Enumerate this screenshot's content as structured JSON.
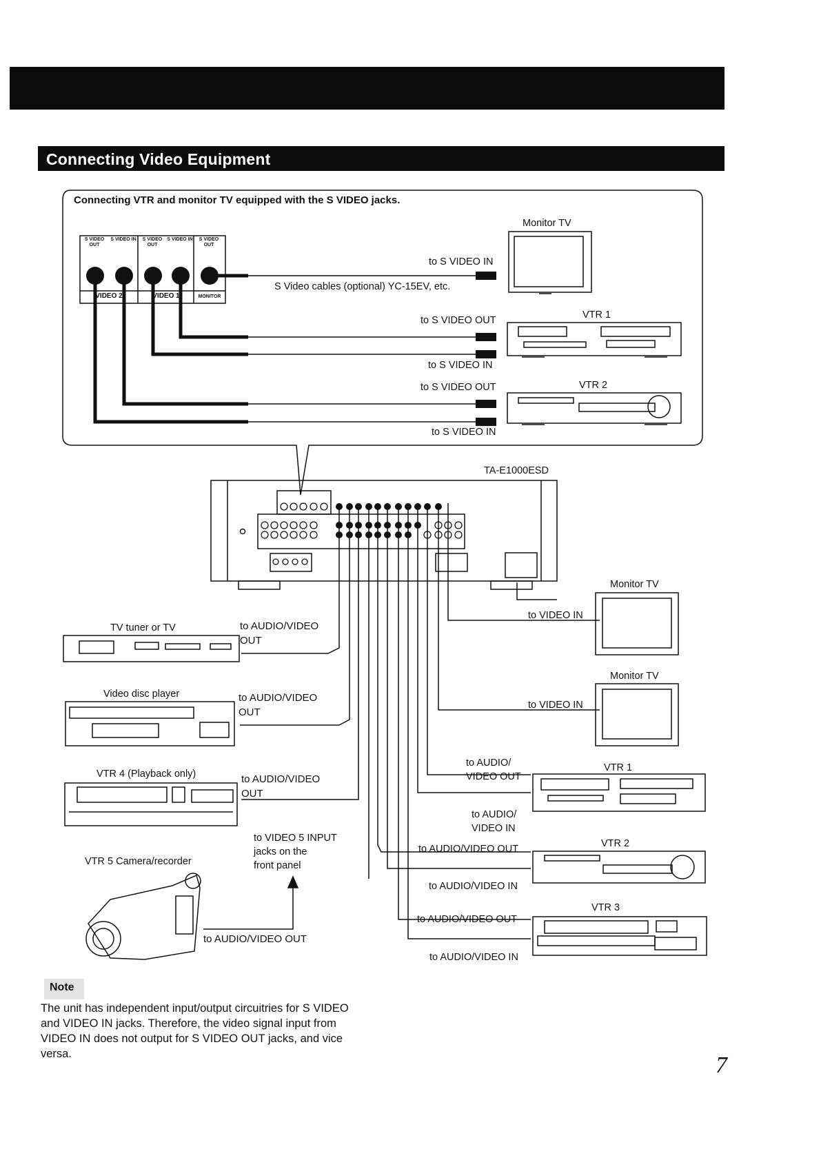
{
  "header": {
    "section_title": "Connecting Video Equipment"
  },
  "svideo_panel": {
    "caption": "Connecting VTR and monitor TV equipped with the S VIDEO jacks.",
    "jacks": [
      "S VIDEO OUT",
      "S VIDEO IN",
      "S VIDEO OUT",
      "S VIDEO IN",
      "S VIDEO OUT"
    ],
    "groups": [
      "VIDEO 2",
      "VIDEO 1",
      "MONITOR"
    ],
    "monitor_tv": "Monitor TV",
    "to_svideo_in_monitor": "to S VIDEO IN",
    "cables_note": "S Video cables (optional) YC-15EV, etc.",
    "vtr1": "VTR 1",
    "vtr1_out": "to S VIDEO OUT",
    "vtr1_in": "to S VIDEO IN",
    "vtr2": "VTR 2",
    "vtr2_out": "to S VIDEO OUT",
    "vtr2_in": "to S VIDEO IN"
  },
  "receiver": {
    "model": "TA-E1000ESD"
  },
  "left_devices": {
    "tv_tuner": "TV tuner or TV",
    "tv_tuner_conn": "to AUDIO/VIDEO\nOUT",
    "disc_player": "Video disc player",
    "disc_conn": "to AUDIO/VIDEO\nOUT",
    "vtr4": "VTR 4 (Playback only)",
    "vtr4_conn": "to AUDIO/VIDEO\nOUT",
    "vtr5": "VTR 5 Camera/recorder",
    "vtr5_front": "to VIDEO 5 INPUT\njacks on the\nfront panel",
    "vtr5_conn": "to AUDIO/VIDEO OUT"
  },
  "right_devices": {
    "monitor1": "Monitor TV",
    "monitor1_conn": "to VIDEO IN",
    "monitor2": "Monitor TV",
    "monitor2_conn": "to VIDEO IN",
    "vtr1": "VTR 1",
    "vtr1_out": "to AUDIO/\nVIDEO OUT",
    "vtr1_in": "to AUDIO/\nVIDEO IN",
    "vtr2": "VTR 2",
    "vtr2_out": "to AUDIO/VIDEO OUT",
    "vtr2_in": "to AUDIO/VIDEO IN",
    "vtr3": "VTR 3",
    "vtr3_out": "to AUDIO/VIDEO OUT",
    "vtr3_in": "to AUDIO/VIDEO IN"
  },
  "note": {
    "label": "Note",
    "text": "The unit has independent input/output circuitries for S VIDEO and VIDEO IN jacks. Therefore, the video signal input from VIDEO IN does not output for S VIDEO OUT jacks, and vice versa."
  },
  "page_number": "7"
}
